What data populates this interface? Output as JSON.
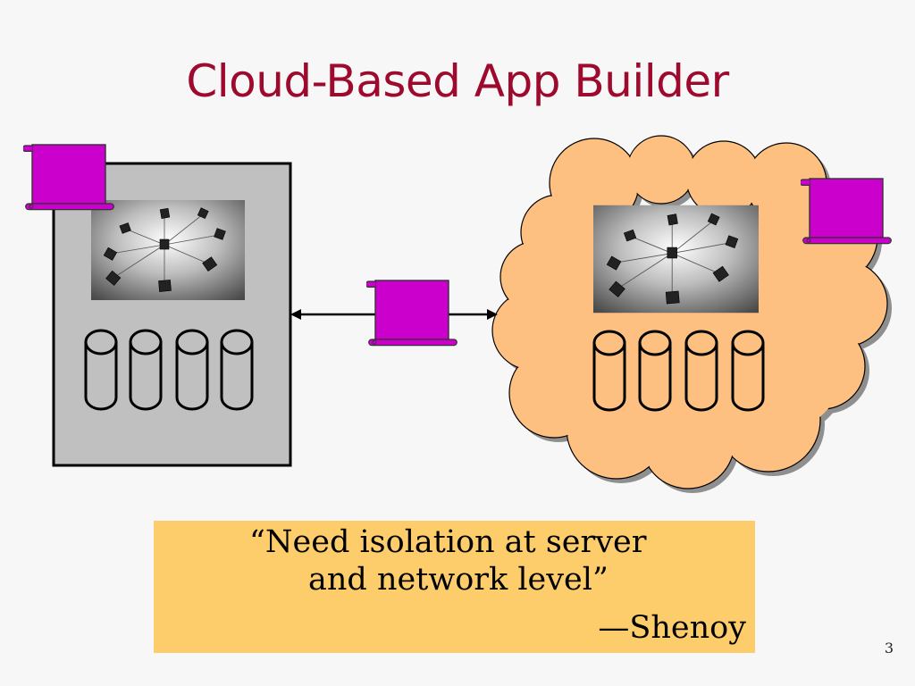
{
  "slide": {
    "title": "Cloud-Based App Builder",
    "page_number": "3"
  },
  "quote": {
    "line1": "“Need isolation at server",
    "line2": "and network level”",
    "author": "—Shenoy"
  },
  "colors": {
    "title": "#9d0a2e",
    "background": "#f7f7f7",
    "server_fill": "#c0c0c0",
    "cloud_fill": "#fec080",
    "scroll_fill": "#cc00cc",
    "quote_fill": "#fecd6b"
  },
  "icons": {
    "server": "server-box-icon",
    "cloud": "cloud-icon",
    "network": "network-image-icon",
    "database": "database-cylinder-icon",
    "message": "scroll-icon",
    "link": "double-arrow-icon"
  }
}
